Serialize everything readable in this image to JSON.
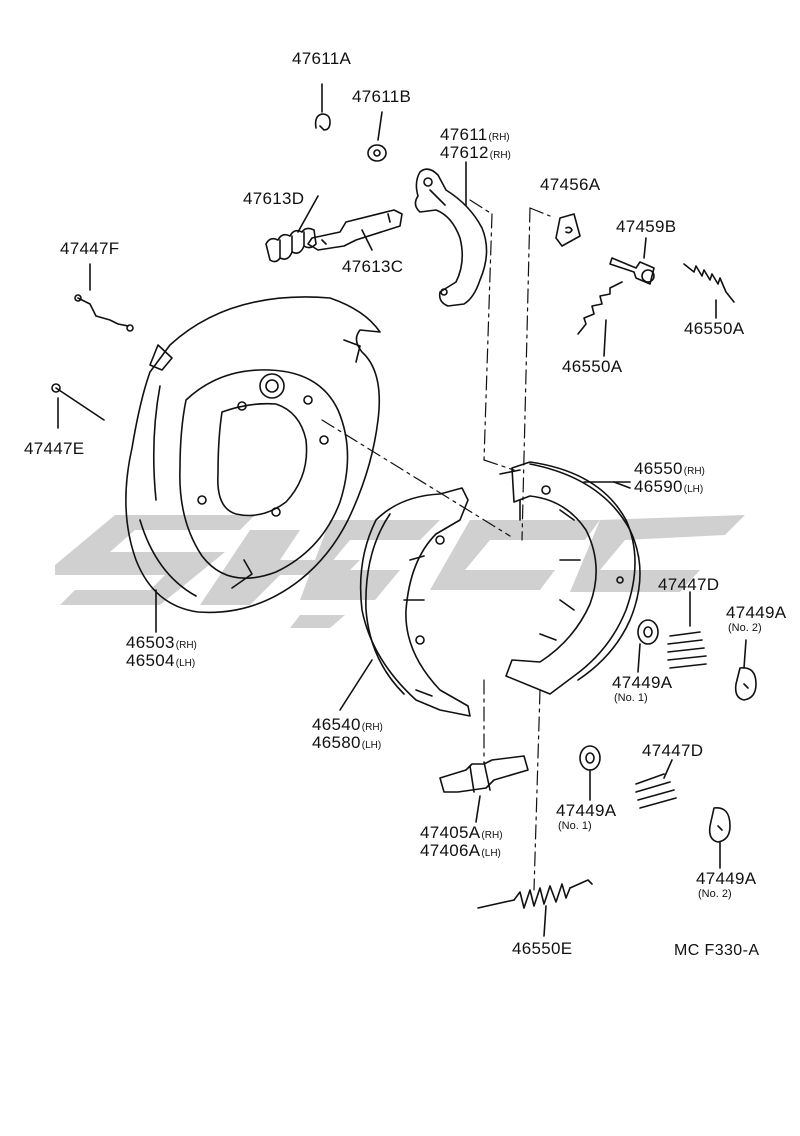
{
  "diagram_code": "MC F330-A",
  "colors": {
    "line": "#111111",
    "watermark": "#c8c8c8",
    "background": "#ffffff"
  },
  "parts": {
    "p47611A": "47611A",
    "p47611B": "47611B",
    "p47611": {
      "num": "47611",
      "sfx": "(RH)"
    },
    "p47612": {
      "num": "47612",
      "sfx": "(RH)"
    },
    "p47613D": "47613D",
    "p47613C": "47613C",
    "p47447F": "47447F",
    "p47447E": "47447E",
    "p47456A": "47456A",
    "p47459B": "47459B",
    "p46550A_a": "46550A",
    "p46550A_b": "46550A",
    "p46550": {
      "num": "46550",
      "sfx": "(RH)"
    },
    "p46590": {
      "num": "46590",
      "sfx": "(LH)"
    },
    "p46503": {
      "num": "46503",
      "sfx": "(RH)"
    },
    "p46504": {
      "num": "46504",
      "sfx": "(LH)"
    },
    "p46540": {
      "num": "46540",
      "sfx": "(RH)"
    },
    "p46580": {
      "num": "46580",
      "sfx": "(LH)"
    },
    "p47405A": {
      "num": "47405A",
      "sfx": "(RH)"
    },
    "p47406A": {
      "num": "47406A",
      "sfx": "(LH)"
    },
    "p47447D_a": "47447D",
    "p47447D_b": "47447D",
    "p47449A_no2_a": {
      "num": "47449A",
      "note": "(No. 2)"
    },
    "p47449A_no1_a": {
      "num": "47449A",
      "note": "(No. 1)"
    },
    "p47449A_no1_b": {
      "num": "47449A",
      "note": "(No. 1)"
    },
    "p47449A_no2_b": {
      "num": "47449A",
      "note": "(No. 2)"
    },
    "p46550E": "46550E"
  }
}
